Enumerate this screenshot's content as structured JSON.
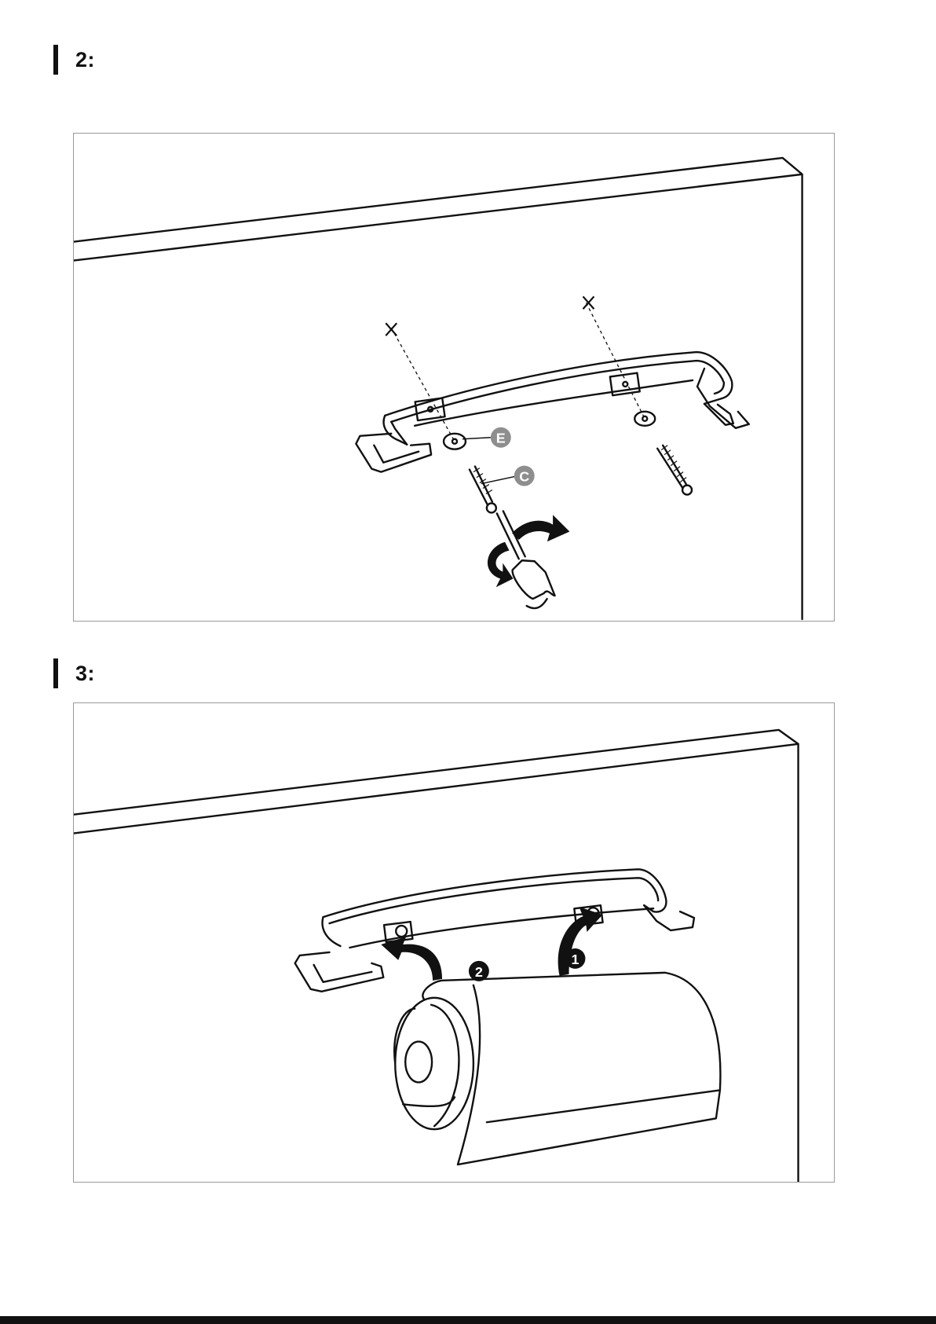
{
  "steps": [
    {
      "label": "2:",
      "callouts": {
        "washer": "E",
        "screw": "C"
      }
    },
    {
      "label": "3:",
      "markers": {
        "first": "1",
        "second": "2"
      }
    }
  ],
  "colors": {
    "ink": "#111111",
    "callout_fill": "#8e8e8e",
    "panel_border": "#9a9a9a"
  }
}
